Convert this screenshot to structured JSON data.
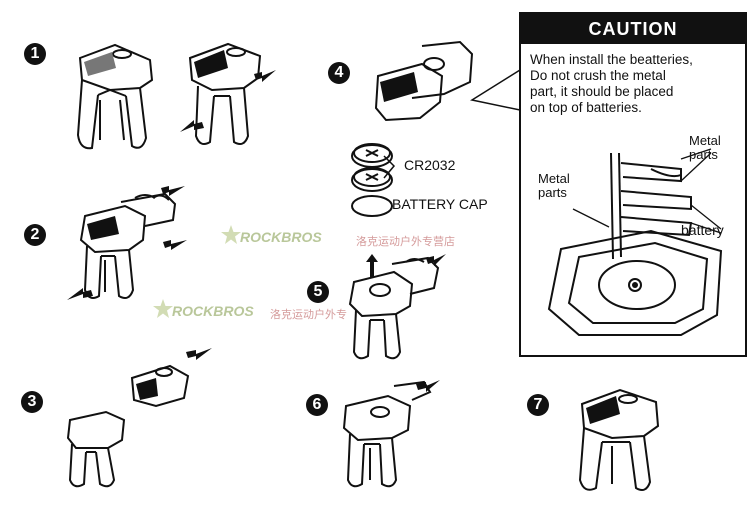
{
  "steps": [
    "1",
    "2",
    "3",
    "4",
    "5",
    "6",
    "7"
  ],
  "caution": {
    "title": "CAUTION",
    "lines": [
      "When install the beatteries,",
      "Do not crush the metal",
      "part, it should be placed",
      "on top of batteries."
    ]
  },
  "legend": {
    "battery_label": "CR2032",
    "cap_label": "BATTERY CAP"
  },
  "detail_labels": {
    "metal_parts_right": [
      "Metal",
      "parts"
    ],
    "metal_parts_left": [
      "Metal",
      "parts"
    ],
    "battery": "battery"
  },
  "watermark": {
    "brand": "ROCKBROS",
    "store": "洛克运动户外专营店",
    "store_partial": "洛克运动户外专"
  },
  "colors": {
    "ink": "#111111",
    "caution_header_bg": "#111111",
    "watermark_green": "#b9c79a",
    "watermark_red": "#d59b9b"
  }
}
